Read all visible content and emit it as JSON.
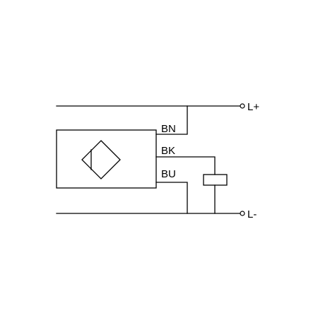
{
  "diagram": {
    "terminals": {
      "positive": "L+",
      "negative": "L-"
    },
    "wires": {
      "brown": "BN",
      "black": "BK",
      "blue": "BU"
    },
    "colors": {
      "line": "#000000",
      "background": "#ffffff"
    }
  }
}
